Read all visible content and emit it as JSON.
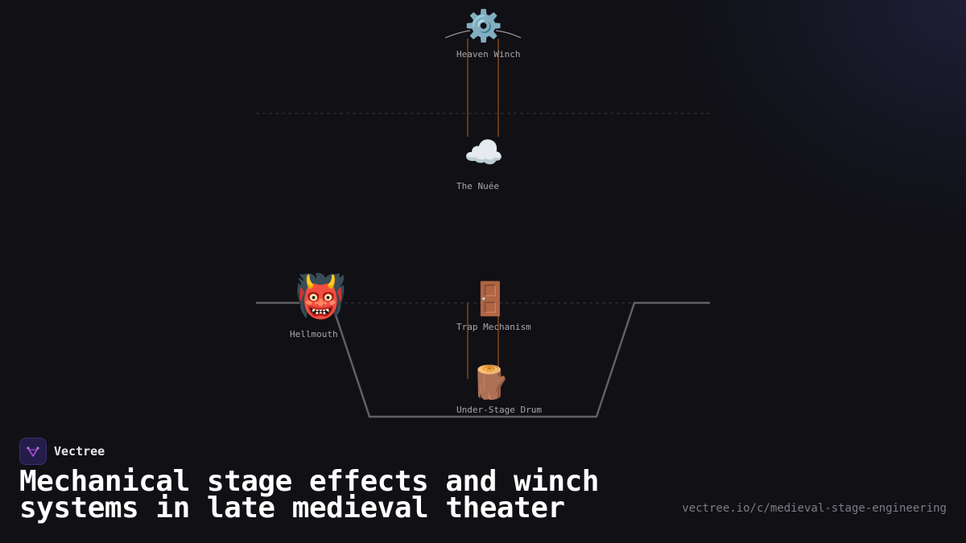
{
  "diagram": {
    "nodes": [
      {
        "id": "heaven-winch",
        "label": "Heaven Winch",
        "icon": "gear-icon",
        "glyph": "⚙️"
      },
      {
        "id": "the-nuee",
        "label": "The Nuée",
        "icon": "cloud-icon",
        "glyph": "☁️"
      },
      {
        "id": "hellmouth",
        "label": "Hellmouth",
        "icon": "ogre-face-icon",
        "glyph": "👹"
      },
      {
        "id": "trap-mechanism",
        "label": "Trap Mechanism",
        "icon": "door-icon",
        "glyph": "🚪"
      },
      {
        "id": "under-stage-drum",
        "label": "Under-Stage Drum",
        "icon": "wood-log-icon",
        "glyph": "🪵"
      }
    ],
    "colors": {
      "rope": "#8a4a1c",
      "stage_outline": "#5f5f66",
      "dashed_line": "#3a3434"
    }
  },
  "footer": {
    "brand_name": "Vectree",
    "brand_icon": "vectree-logo-icon",
    "title_line1": "Mechanical stage effects and winch",
    "title_line2": "systems in late medieval theater",
    "url": "vectree.io/c/medieval-stage-engineering"
  },
  "colors": {
    "background": "#101015",
    "brand_accent": "#b14fd8"
  }
}
